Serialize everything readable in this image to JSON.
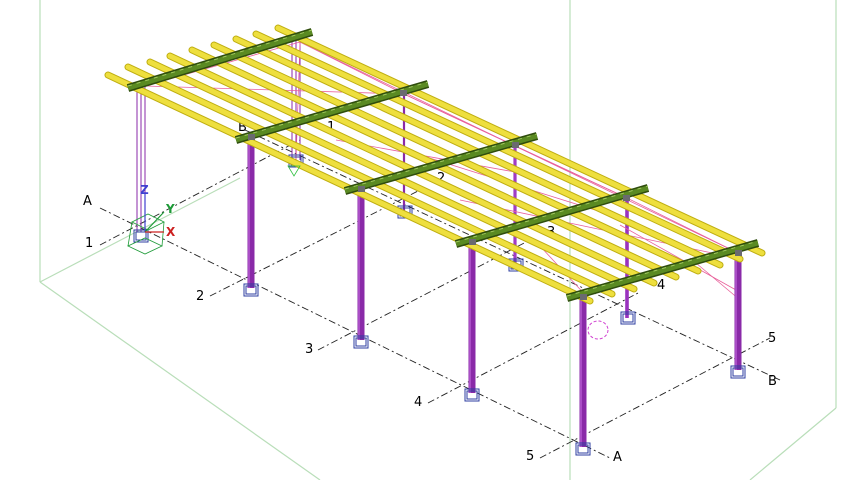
{
  "viewport": {
    "name": "3d-model-view"
  },
  "grid_lines": {
    "numbered": [
      "1",
      "2",
      "3",
      "4",
      "5"
    ],
    "lettered": [
      "A",
      "B"
    ]
  },
  "axis_triad": {
    "x": "X",
    "y": "Y",
    "z": "Z"
  },
  "colors": {
    "background": "#ffffff",
    "bounding_box": "#b9deb9",
    "column": "#8a2aa8",
    "purlin": "#e4da3a",
    "rafter": "#4e7a1c",
    "bracing": "#e8609a",
    "base_plate": "#2d3ea0",
    "grid_line": "#222222",
    "axis_x": "#cc2020",
    "axis_y": "#1d9a37",
    "axis_z": "#4040d0",
    "selection": "#d040d0"
  }
}
